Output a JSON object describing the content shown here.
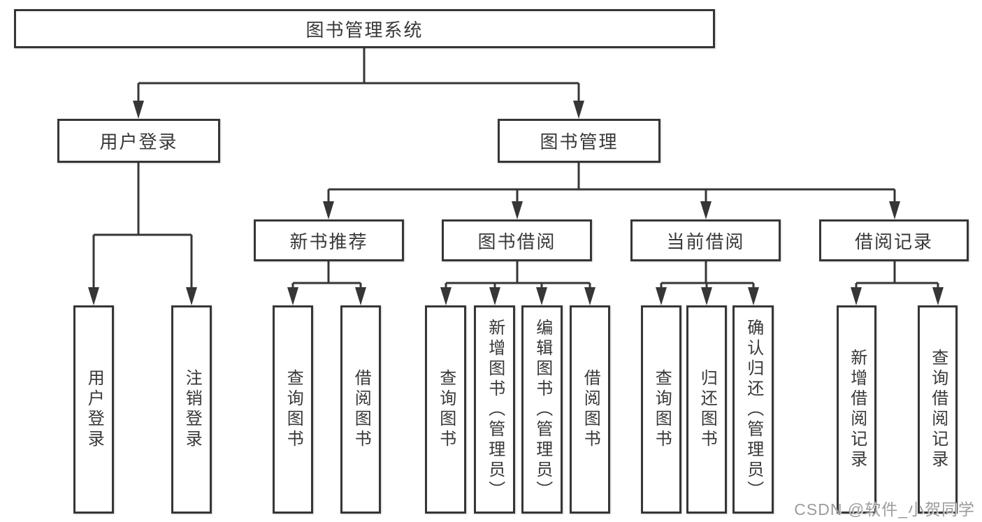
{
  "diagram": {
    "type": "tree",
    "title": "图书管理系统",
    "root": {
      "label": "图书管理系统",
      "children": [
        {
          "label": "用户登录",
          "children": [
            {
              "label": "用户登录"
            },
            {
              "label": "注销登录"
            }
          ]
        },
        {
          "label": "图书管理",
          "children": [
            {
              "label": "新书推荐",
              "children": [
                {
                  "label": "查询图书"
                },
                {
                  "label": "借阅图书"
                }
              ]
            },
            {
              "label": "图书借阅",
              "children": [
                {
                  "label": "查询图书"
                },
                {
                  "label": "新增图书（管理员）"
                },
                {
                  "label": "编辑图书（管理员）"
                },
                {
                  "label": "借阅图书"
                }
              ]
            },
            {
              "label": "当前借阅",
              "children": [
                {
                  "label": "查询图书"
                },
                {
                  "label": "归还图书"
                },
                {
                  "label": "确认归还（管理员）"
                }
              ]
            },
            {
              "label": "借阅记录",
              "children": [
                {
                  "label": "新增借阅记录"
                },
                {
                  "label": "查询借阅记录"
                }
              ]
            }
          ]
        }
      ]
    }
  },
  "watermark": {
    "text": "CSDN @软件_小贺同学"
  },
  "colors": {
    "line": "#363636",
    "text": "#383838",
    "background": "#ffffff",
    "watermark": "#9c9c9c"
  }
}
